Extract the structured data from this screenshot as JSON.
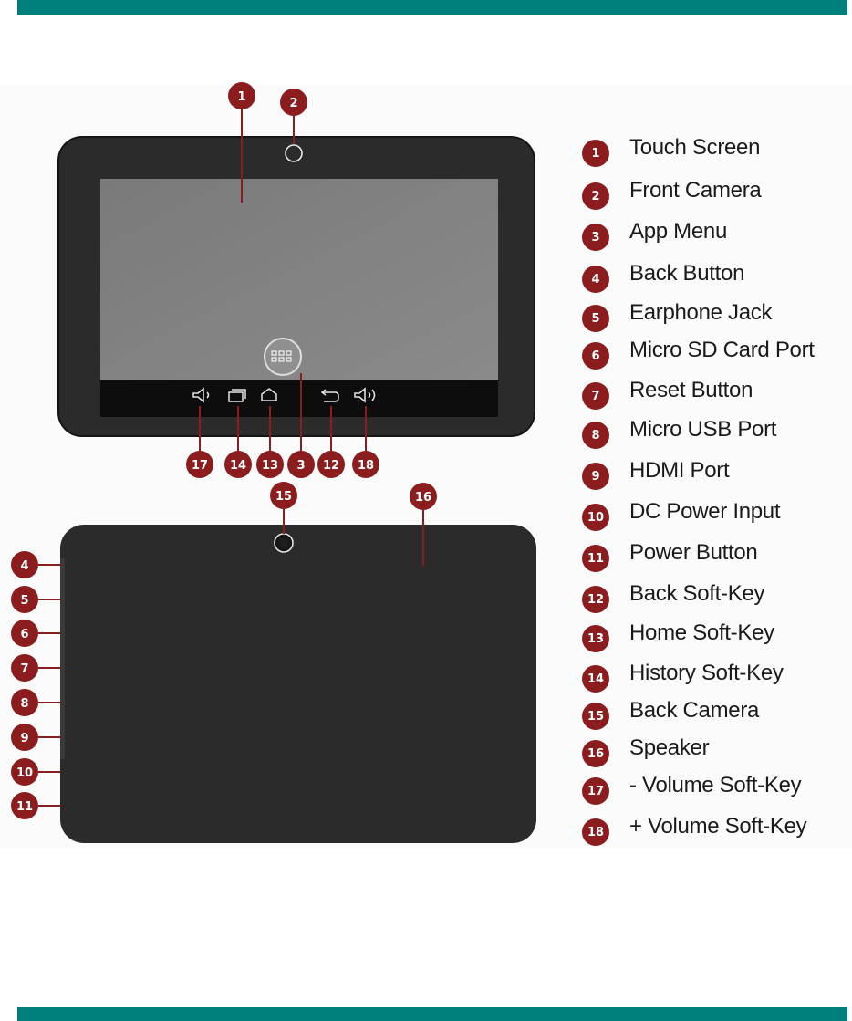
{
  "labels": {
    "1": "Touch Screen",
    "2": "Front Camera",
    "3": "App Menu",
    "4": "Back Button",
    "5": "Earphone Jack",
    "6": "Micro SD Card Port",
    "7": "Reset Button",
    "8": "Micro USB Port",
    "9": "HDMI Port",
    "10": "DC Power Input",
    "11": "Power Button",
    "12": "Back Soft-Key",
    "13": "Home Soft-Key",
    "14": "History Soft-Key",
    "15": "Back Camera",
    "16": "Speaker",
    "17": "- Volume Soft-Key",
    "18": "+ Volume Soft-Key"
  },
  "colors": {
    "header_bar": "#00807c",
    "badge": "#8c1d1f",
    "tablet_body": "#2b2b2b",
    "screen": "#808080"
  }
}
